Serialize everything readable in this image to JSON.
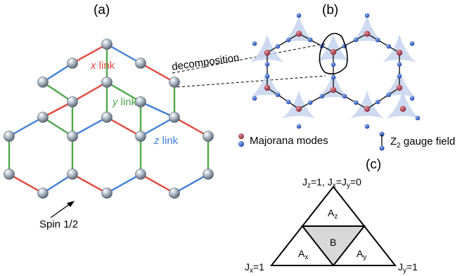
{
  "panels": {
    "a": "(a)",
    "b": "(b)",
    "c": "(c)"
  },
  "honeycomb": {
    "x_link": {
      "letter": "x",
      "word": " link",
      "color": "#e0483c"
    },
    "y_link": {
      "letter": "y",
      "word": " link",
      "color": "#4fa84a"
    },
    "z_link": {
      "letter": "z",
      "word": " link",
      "color": "#3f7fd6"
    },
    "spin_label": "Spin 1/2",
    "decomposition_label": "decomposition"
  },
  "majorana": {
    "modes_label": "Majorana modes",
    "gauge_label_main": "Z",
    "gauge_label_sub": "2",
    "gauge_label_rest": " gauge field",
    "red_color": "#b03a4c",
    "blue_color": "#2e5fcf",
    "patch_color": "#c5d3ec"
  },
  "phase_diagram": {
    "top": {
      "a": "J",
      "a_sub": "z",
      "a_val": "=1, ",
      "b": "J",
      "b_sub": "x",
      "b_val": "=J",
      "c_sub": "y",
      "c_val": "=0"
    },
    "left": {
      "main": "J",
      "sub": "x",
      "val": "=1"
    },
    "right": {
      "main": "J",
      "sub": "y",
      "val": "=1"
    },
    "Az": {
      "main": "A",
      "sub": "z"
    },
    "Ax": {
      "main": "A",
      "sub": "x"
    },
    "Ay": {
      "main": "A",
      "sub": "y"
    },
    "B": "B",
    "b_fill": "#d8d8d8"
  }
}
